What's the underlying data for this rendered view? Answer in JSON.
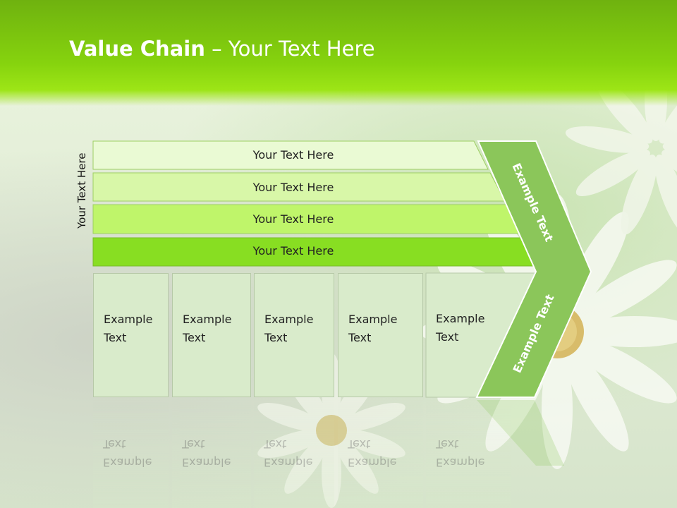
{
  "slide": {
    "title_bold": "Value Chain",
    "title_rest": " – Your Text Here",
    "side_label": "Your Text Here",
    "rows": [
      {
        "label": "Your Text Here",
        "color": "#eafad4"
      },
      {
        "label": "Your Text Here",
        "color": "#d8f7a8"
      },
      {
        "label": "Your Text Here",
        "color": "#bff56a"
      },
      {
        "label": "Your Text Here",
        "color": "#88de22"
      }
    ],
    "boxes": [
      {
        "label": "Example Text"
      },
      {
        "label": "Example Text"
      },
      {
        "label": "Example Text"
      },
      {
        "label": "Example Text"
      },
      {
        "label": "Example Text"
      }
    ],
    "chevron_top_label": "Example Text",
    "chevron_bottom_label": "Example Text",
    "colors": {
      "banner": "#86d30e",
      "chevron": "#8bc65a",
      "box_fill": "#d9ebcb"
    }
  }
}
